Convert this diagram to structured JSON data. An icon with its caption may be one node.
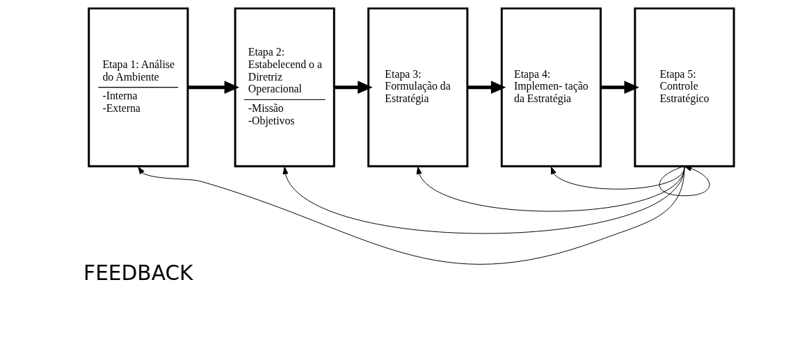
{
  "diagram": {
    "nodes": [
      {
        "text": [
          "Etapa 1: Análise do Ambiente",
          "-Interna",
          "-Externa"
        ]
      },
      {
        "text": [
          "Etapa 2: Estabelecend o a Diretriz Operacional",
          "-Missão",
          "-Objetivos"
        ]
      },
      {
        "text": [
          "Etapa 3: Formulação da Estratégia"
        ]
      },
      {
        "text": [
          "Etapa 4: Implemen- tação da Estratégia"
        ]
      },
      {
        "text": [
          "Etapa 5: Controle Estratégico"
        ]
      }
    ],
    "edges": [
      {
        "from": 0,
        "to": 1,
        "arrow": "to",
        "style": "thick"
      },
      {
        "from": 1,
        "to": 2,
        "arrow": "to",
        "style": "thick"
      },
      {
        "from": 2,
        "to": 3,
        "arrow": "to",
        "style": "thick"
      },
      {
        "from": 3,
        "to": 4,
        "arrow": "to",
        "style": "thick"
      },
      {
        "from": 4,
        "to": 0,
        "arrow": "to"
      },
      {
        "from": 4,
        "to": 1,
        "arrow": "to"
      },
      {
        "from": 4,
        "to": 2,
        "arrow": "to"
      },
      {
        "from": 4,
        "to": 3,
        "arrow": "to"
      },
      {
        "from": 4,
        "to": 4,
        "arrow": "to"
      }
    ],
    "labels": [
      "FEEDBACK"
    ]
  }
}
